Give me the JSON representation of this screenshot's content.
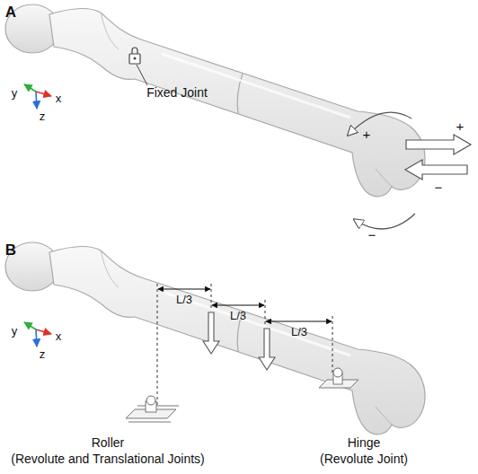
{
  "diagram": {
    "labels": [
      "A",
      "y",
      "z",
      "x",
      "Fixed Joint",
      "+",
      "−",
      "+",
      "−",
      "B",
      "L/3",
      "L/3",
      "L/3",
      "y",
      "z",
      "x",
      "Roller",
      "(Revolute and Translational Joints)",
      "Hinge",
      "(Revolute Joint)"
    ]
  }
}
